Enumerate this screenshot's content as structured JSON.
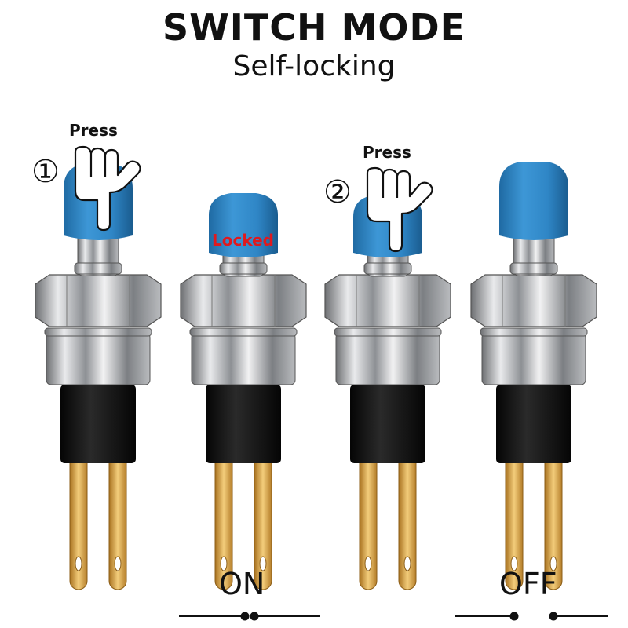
{
  "header": {
    "title": "SWITCH MODE",
    "subtitle": "Self-locking"
  },
  "steps": [
    {
      "number": "①",
      "action": "Press"
    },
    {
      "number": "②",
      "action": "Press"
    }
  ],
  "status": {
    "locked": "Locked",
    "on": "ON",
    "off": "OFF"
  },
  "colors": {
    "button_cap": "#2f86c6",
    "locked_text": "#e0191e",
    "pins": "#d8a24a",
    "body": "#0e0e0e"
  }
}
